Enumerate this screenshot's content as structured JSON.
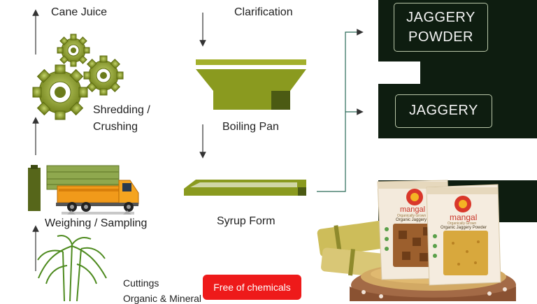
{
  "steps": {
    "cane_juice": "Cane Juice",
    "shredding_line1": "Shredding /",
    "shredding_line2": "Crushing",
    "weighing": "Weighing / Sampling",
    "cuttings_line1": "Cuttings",
    "cuttings_line2": "Organic & Mineral",
    "clarification": "Clarification",
    "boiling_pan": "Boiling Pan",
    "syrup_form": "Syrup Form"
  },
  "products": {
    "powder_line1": "JAGGERY",
    "powder_line2": "POWDER",
    "jaggery": "JAGGERY"
  },
  "badge": {
    "free_of_chemicals": "Free of chemicals"
  },
  "packages": {
    "brand": "mangal",
    "tagline": "Organically Grown",
    "back_product": "Organic Jaggery",
    "front_product": "Organic Jaggery Powder"
  },
  "colors": {
    "olive": "#8a9a1f",
    "dark_olive": "#4b5a13",
    "panel": "#0e1d10",
    "badge": "#ee1a1a"
  }
}
